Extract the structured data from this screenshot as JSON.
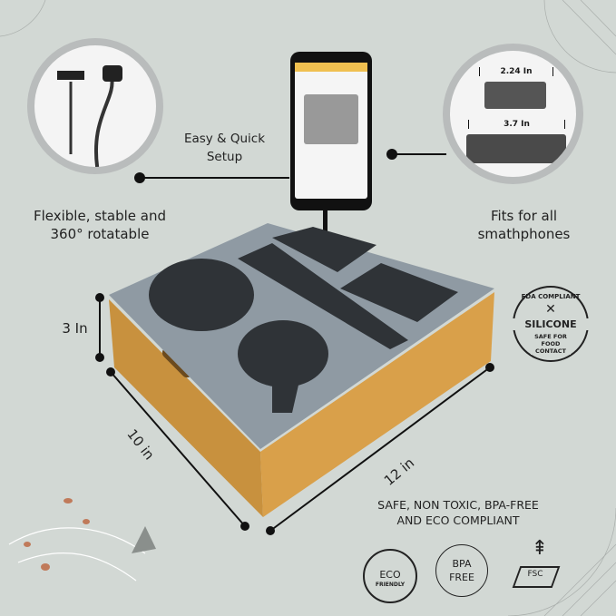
{
  "features": {
    "setup": "Easy & Quick Setup",
    "holder": "Flexible, stable and 360° rotatable",
    "phones": "Fits for all smathphones"
  },
  "dimensions": {
    "height": "3 In",
    "depth": "10 in",
    "width": "12 in",
    "clamp_min": "2.24 In",
    "clamp_max": "3.7 In"
  },
  "fda_badge": {
    "top": "FDA COMPLIANT",
    "main": "SILICONE",
    "sub": "SAFE FOR FOOD CONTACT"
  },
  "safety": {
    "headline_1": "SAFE, NON TOXIC, BPA-FREE",
    "headline_2": "AND ECO COMPLIANT"
  },
  "icons": {
    "eco_1": "ECO",
    "eco_2": "FRIENDLY",
    "bpa_1": "BPA",
    "bpa_2": "FREE",
    "fsc": "FSC"
  }
}
